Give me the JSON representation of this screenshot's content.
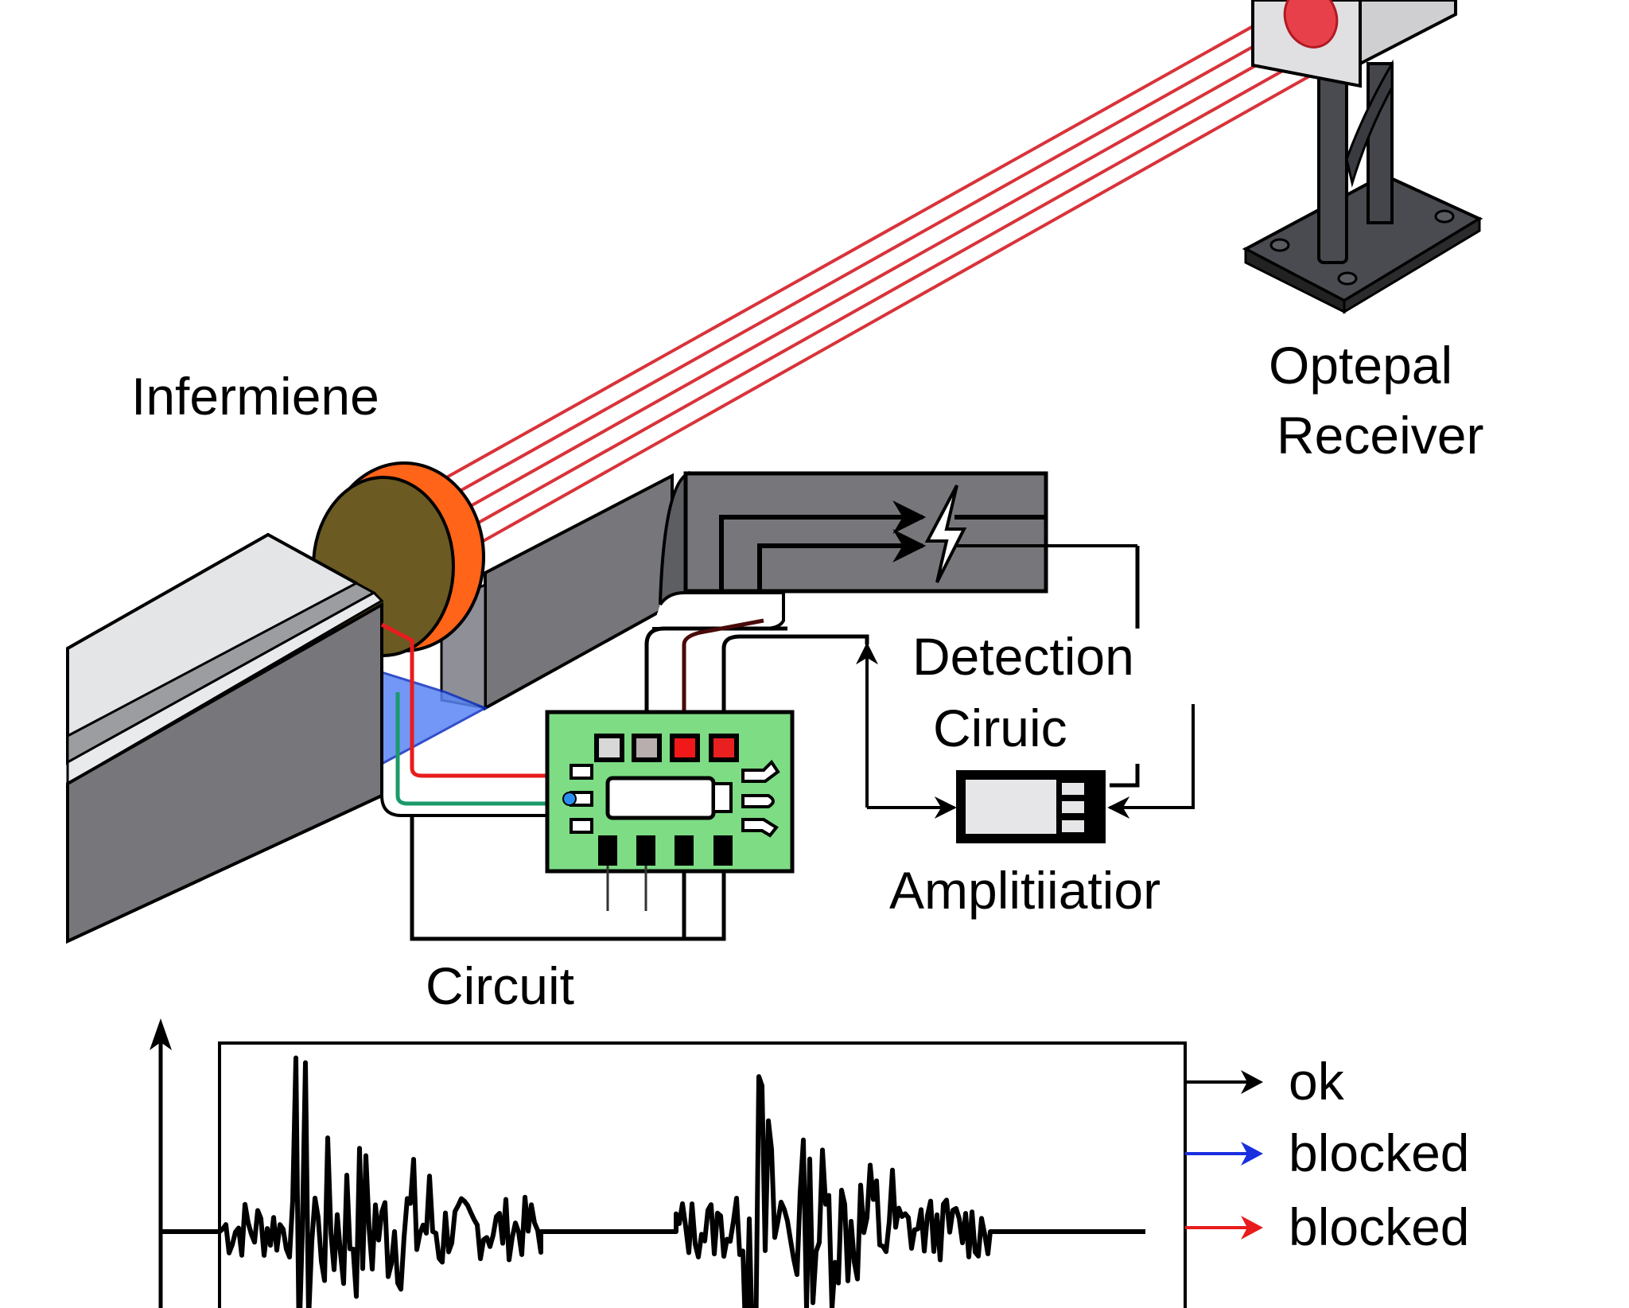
{
  "labels": {
    "emitter": "Infermiene",
    "receiver_line1": "Optepal",
    "receiver_line2": "Receiver",
    "detection_line1": "Detection",
    "detection_line2": "Ciruic",
    "amplifier": "Amplitiiatior",
    "circuit": "Circuit"
  },
  "legend": [
    {
      "label": "ok",
      "color": "#000000"
    },
    {
      "label": "blocked",
      "color": "#1a2fe0"
    },
    {
      "label": "blocked",
      "color": "#e81c1c"
    }
  ],
  "colors": {
    "beam": "#d9333a",
    "lens_face": "#6b5a22",
    "lens_rim": "#ff6418",
    "rail_top": "#e4e5e7",
    "rail_side": "#77767a",
    "pcb": "#7ddc84",
    "blue_glow": "#5a86f5",
    "wire_red": "#e81c1c",
    "wire_green": "#1a9a6a",
    "receiver_lens": "#e8404a",
    "receiver_box": "#d9d9db",
    "stand": "#4a4b50"
  },
  "beam_count": 5,
  "waveform": {
    "description": "signal trace with two bursts of oscillation on a flat baseline",
    "bursts": 2
  },
  "icons": {
    "lightning": "lightning-bolt-icon",
    "y_axis_arrow": "arrow-up-icon"
  }
}
